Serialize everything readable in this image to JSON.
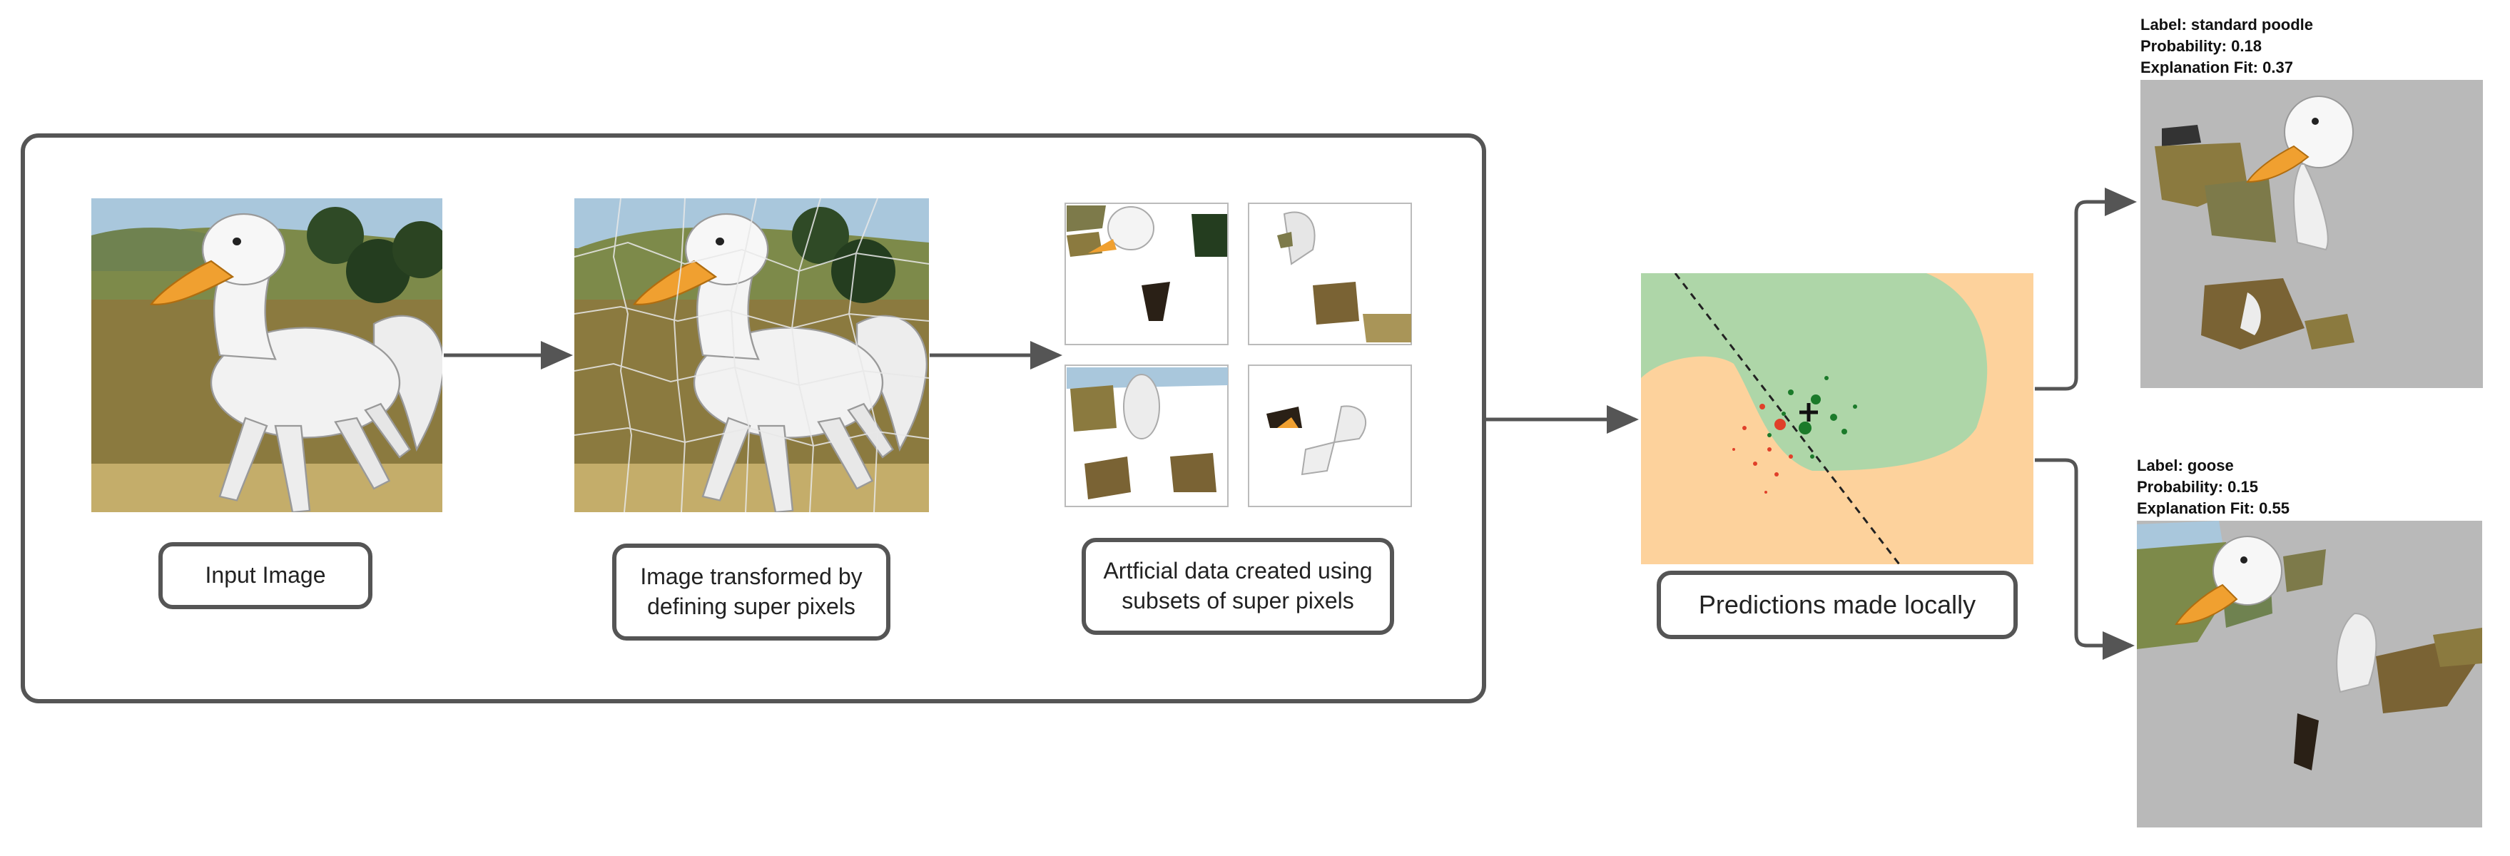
{
  "steps": {
    "input_label": "Input Image",
    "superpixel_label": "Image transformed by defining super pixels",
    "artificial_label": "Artficial data created using subsets of super pixels",
    "predictions_label": "Predictions made locally"
  },
  "explanations": [
    {
      "label": "Label: standard poodle",
      "probability": "Probability: 0.18",
      "fit": "Explanation Fit: 0.37"
    },
    {
      "label": "Label: goose",
      "probability": "Probability: 0.15",
      "fit": "Explanation Fit: 0.55"
    }
  ],
  "colors": {
    "frame": "#555555",
    "arrow": "#555555",
    "green_region": "#aed6a8",
    "orange_region": "#fdd29c",
    "positive_point": "#1b7a2a",
    "negative_point": "#e0402a",
    "background_gray": "#b9b9b9",
    "sky": "#a9c7dc",
    "grass": "#8b7a3f",
    "body": "#f2f2f2",
    "beak": "#f0a030"
  },
  "icons": {
    "instance_marker": "plus-marker-icon"
  }
}
